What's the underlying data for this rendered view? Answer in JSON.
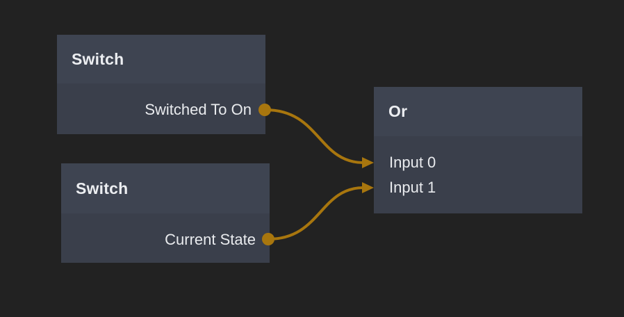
{
  "canvas": {
    "background_color": "#222222",
    "node_header_color": "#3e4451",
    "node_body_color": "#3a3f4b",
    "text_color": "#eceef1",
    "wire_color": "#a8760e"
  },
  "nodes": [
    {
      "title": "Switch",
      "outputs": [
        {
          "label": "Switched To On"
        }
      ],
      "inputs": []
    },
    {
      "title": "Switch",
      "outputs": [
        {
          "label": "Current State"
        }
      ],
      "inputs": []
    },
    {
      "title": "Or",
      "outputs": [],
      "inputs": [
        {
          "label": "Input 0"
        },
        {
          "label": "Input 1"
        }
      ]
    }
  ],
  "connections": [
    {
      "from_node": "Switch",
      "from_port": "Switched To On",
      "to_node": "Or",
      "to_port": "Input 0"
    },
    {
      "from_node": "Switch",
      "from_port": "Current State",
      "to_node": "Or",
      "to_port": "Input 1"
    }
  ]
}
